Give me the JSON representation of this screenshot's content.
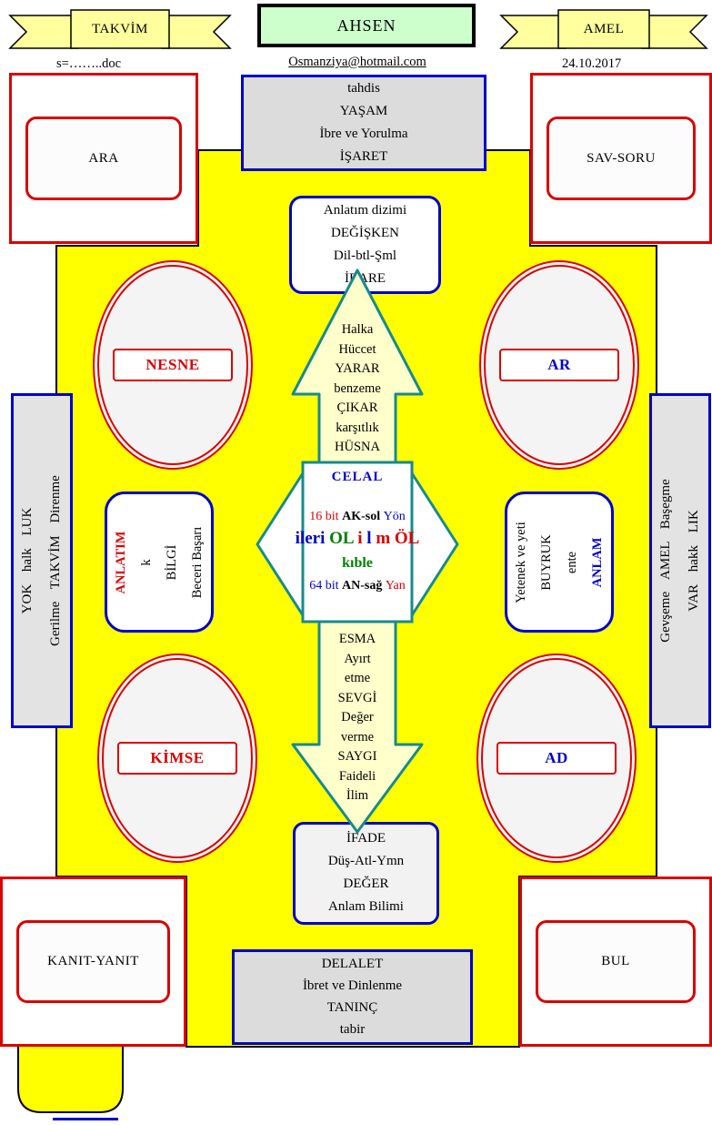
{
  "header": {
    "ribbon_left": "TAKVİM",
    "title": "AHSEN",
    "ribbon_right": "AMEL",
    "doc_label": "s=……..doc",
    "email": "Osmanziya@hotmail.com",
    "date": "24.10.2017"
  },
  "corner_boxes": {
    "ara": "ARA",
    "sav_soru": "SAV-SORU",
    "kanit_yanit": "KANIT-YANIT",
    "bul": "BUL"
  },
  "top_boxes": {
    "tahdis_lines": [
      "tahdis",
      "YAŞAM",
      "İbre ve Yorulma",
      "İŞARET"
    ],
    "ibare_lines": [
      "Anlatım dizimi",
      "DEĞİŞKEN",
      "Dil-btl-Şml",
      "İBARE"
    ]
  },
  "bottom_boxes": {
    "ifade_lines": [
      "İFADE",
      "Düş-Atl-Ymn",
      "DEĞER",
      "Anlam Bilimi"
    ],
    "delalet_lines": [
      "DELALET",
      "İbret ve Dinlenme",
      "TANINÇ",
      "tabir"
    ]
  },
  "ellipses": {
    "nesne": "NESNE",
    "ar": "AR",
    "kimse": "KİMSE",
    "ad": "AD"
  },
  "side_bars": {
    "left_lines": [
      "YOK halk LUK",
      "Gerilme TAKVİM Direnme"
    ],
    "right_lines": [
      "Gevşeme AMEL Başegme",
      "VAR hakk LIK"
    ]
  },
  "rotated_boxes": {
    "left_lines": [
      {
        "text": "ANLATIM",
        "color": "#DB0000",
        "bold": true
      },
      {
        "text": "k"
      },
      {
        "text": "BİLGİ"
      },
      {
        "text": "Beceri Başarı"
      }
    ],
    "right_lines": [
      {
        "text": "Yetenek ve yeti"
      },
      {
        "text": "BUYRUK"
      },
      {
        "text": "ente"
      },
      {
        "text": "ANLAM",
        "color": "#0000CC",
        "bold": true
      }
    ]
  },
  "arrows": {
    "up_lines": [
      "Halka",
      "Hüccet",
      "YARAR",
      "benzeme",
      "ÇIKAR",
      "karşıtlık",
      "HÜSNA"
    ],
    "down_lines": [
      "ESMA",
      "Ayırt",
      "etme",
      "SEVGİ",
      "Değer",
      "verme",
      "SAYGI",
      "Faideli",
      "İlim"
    ]
  },
  "center": {
    "celal": "CELAL",
    "line1": [
      {
        "text": "16 bit ",
        "color": "#DB0000"
      },
      {
        "text": "AK-sol ",
        "color": "#000000",
        "bold": true
      },
      {
        "text": "Yön",
        "color": "#0000CC"
      }
    ],
    "line2": [
      {
        "text": "ileri ",
        "color": "#0000CC"
      },
      {
        "text": "OL ",
        "color": "#008000"
      },
      {
        "text": "i ",
        "color": "#DB0000"
      },
      {
        "text": "l ",
        "color": "#0000CC"
      },
      {
        "text": "m ",
        "color": "#DB0000"
      },
      {
        "text": "ÖL",
        "color": "#DB0000"
      }
    ],
    "line3": "kıble",
    "line4": [
      {
        "text": "64 bit ",
        "color": "#0000CC"
      },
      {
        "text": "AN-sağ ",
        "color": "#000000",
        "bold": true
      },
      {
        "text": "Yan",
        "color": "#DB0000"
      }
    ]
  },
  "colors": {
    "accent_blue": "#0000CC",
    "accent_red": "#DB0000",
    "teal": "#178A8E",
    "canvas_yellow": "#FFFF00",
    "pale_arrow_yellow": "#FFFFCC",
    "ribbon_yellow": "#FFFF9E",
    "title_green_bg": "#CCFFCC"
  }
}
